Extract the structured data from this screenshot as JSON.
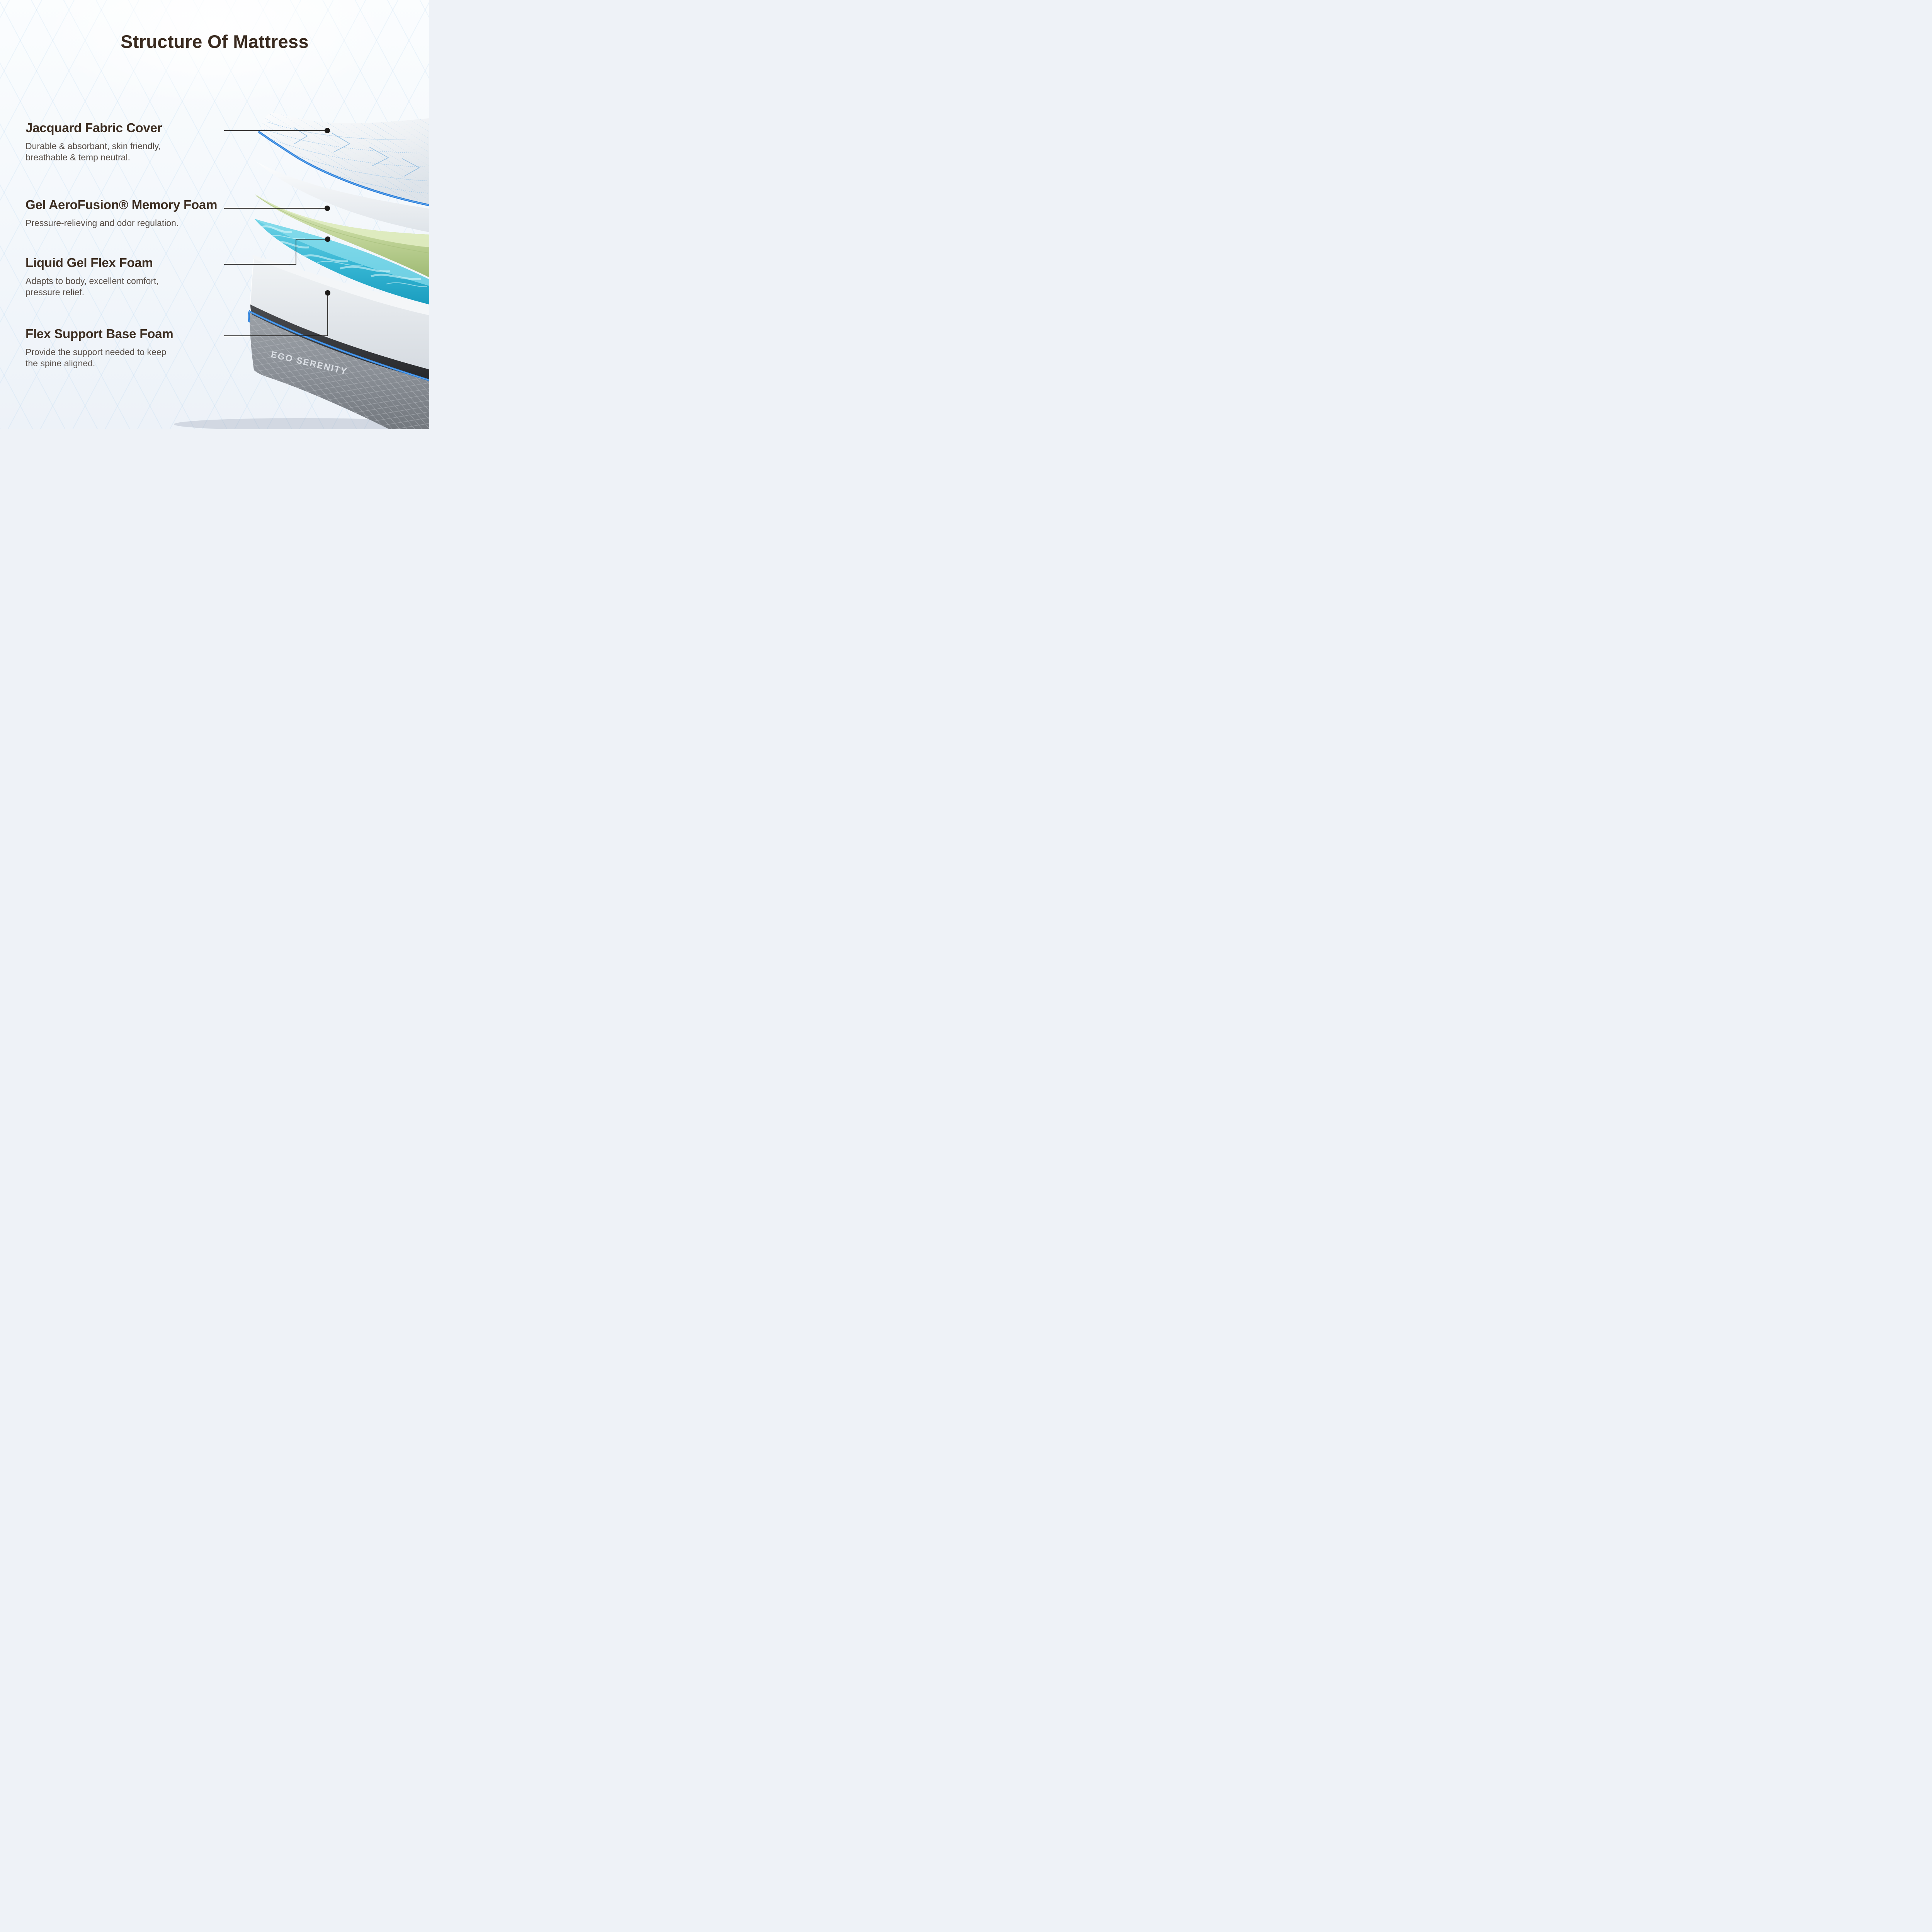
{
  "title": "Structure Of Mattress",
  "brand": {
    "base_label": "EGO SERENITY"
  },
  "labels": [
    {
      "heading": "Jacquard Fabric Cover",
      "description": "Durable & absorbant, skin friendly,\nbreathable & temp neutral."
    },
    {
      "heading": "Gel AeroFusion® Memory Foam",
      "description": "Pressure-relieving and odor regulation."
    },
    {
      "heading": "Liquid Gel Flex Foam",
      "description": "Adapts to body, excellent comfort,\npressure relief."
    },
    {
      "heading": "Flex Support Base Foam",
      "description": "Provide the support needed to keep\nthe spine aligned."
    }
  ],
  "colors": {
    "accent_blue_piping": "#2E7FD9",
    "memory_foam_green": "#B7CD8C",
    "gel_foam_teal": "#2FB3D2",
    "base_fabric_gray": "#8B9097",
    "heading_brown": "#3A2B20",
    "body_text": "#59504A",
    "leader_line": "#1C1A18"
  }
}
